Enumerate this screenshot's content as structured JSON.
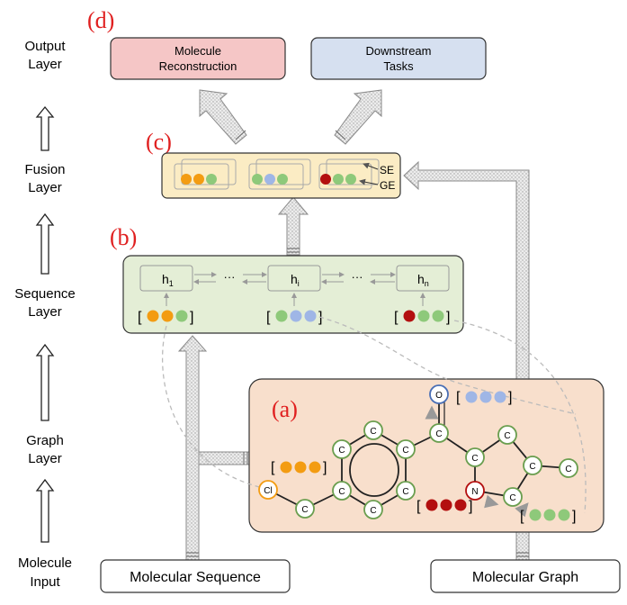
{
  "left_labels": [
    {
      "line1": "Output",
      "line2": "Layer"
    },
    {
      "line1": "Fusion",
      "line2": "Layer"
    },
    {
      "line1": "Sequence",
      "line2": "Layer"
    },
    {
      "line1": "Graph",
      "line2": "Layer"
    },
    {
      "line1": "Molecule",
      "line2": "Input"
    }
  ],
  "section_labels": {
    "a": "(a)",
    "b": "(b)",
    "c": "(c)",
    "d": "(d)"
  },
  "output_boxes": {
    "reconstruction": {
      "line1": "Molecule",
      "line2": "Reconstruction"
    },
    "downstream": {
      "line1": "Downstream",
      "line2": "Tasks"
    }
  },
  "fusion": {
    "se_label": "SE",
    "ge_label": "GE"
  },
  "sequence": {
    "h1": "h",
    "h1_sub": "1",
    "hi": "h",
    "hi_sub": "i",
    "hn": "h",
    "hn_sub": "n",
    "ellipsis": "···"
  },
  "inputs": {
    "sequence": "Molecular Sequence",
    "graph": "Molecular Graph"
  },
  "atoms": {
    "carbon": "C",
    "oxygen": "O",
    "nitrogen": "N",
    "chlorine": "Cl"
  },
  "brackets": {
    "open": "[",
    "close": "]"
  },
  "colors": {
    "orange": "#f39c12",
    "green": "#8ec97a",
    "blue": "#9fb6e6",
    "red": "#b30f0f",
    "accent_red": "#e02020",
    "reconstruction_fill": "#f5c6c6",
    "downstream_fill": "#d6e0f0",
    "fusion_fill": "#fbecc4",
    "sequence_fill": "#e4eed6",
    "graph_fill": "#f8dfcc"
  }
}
